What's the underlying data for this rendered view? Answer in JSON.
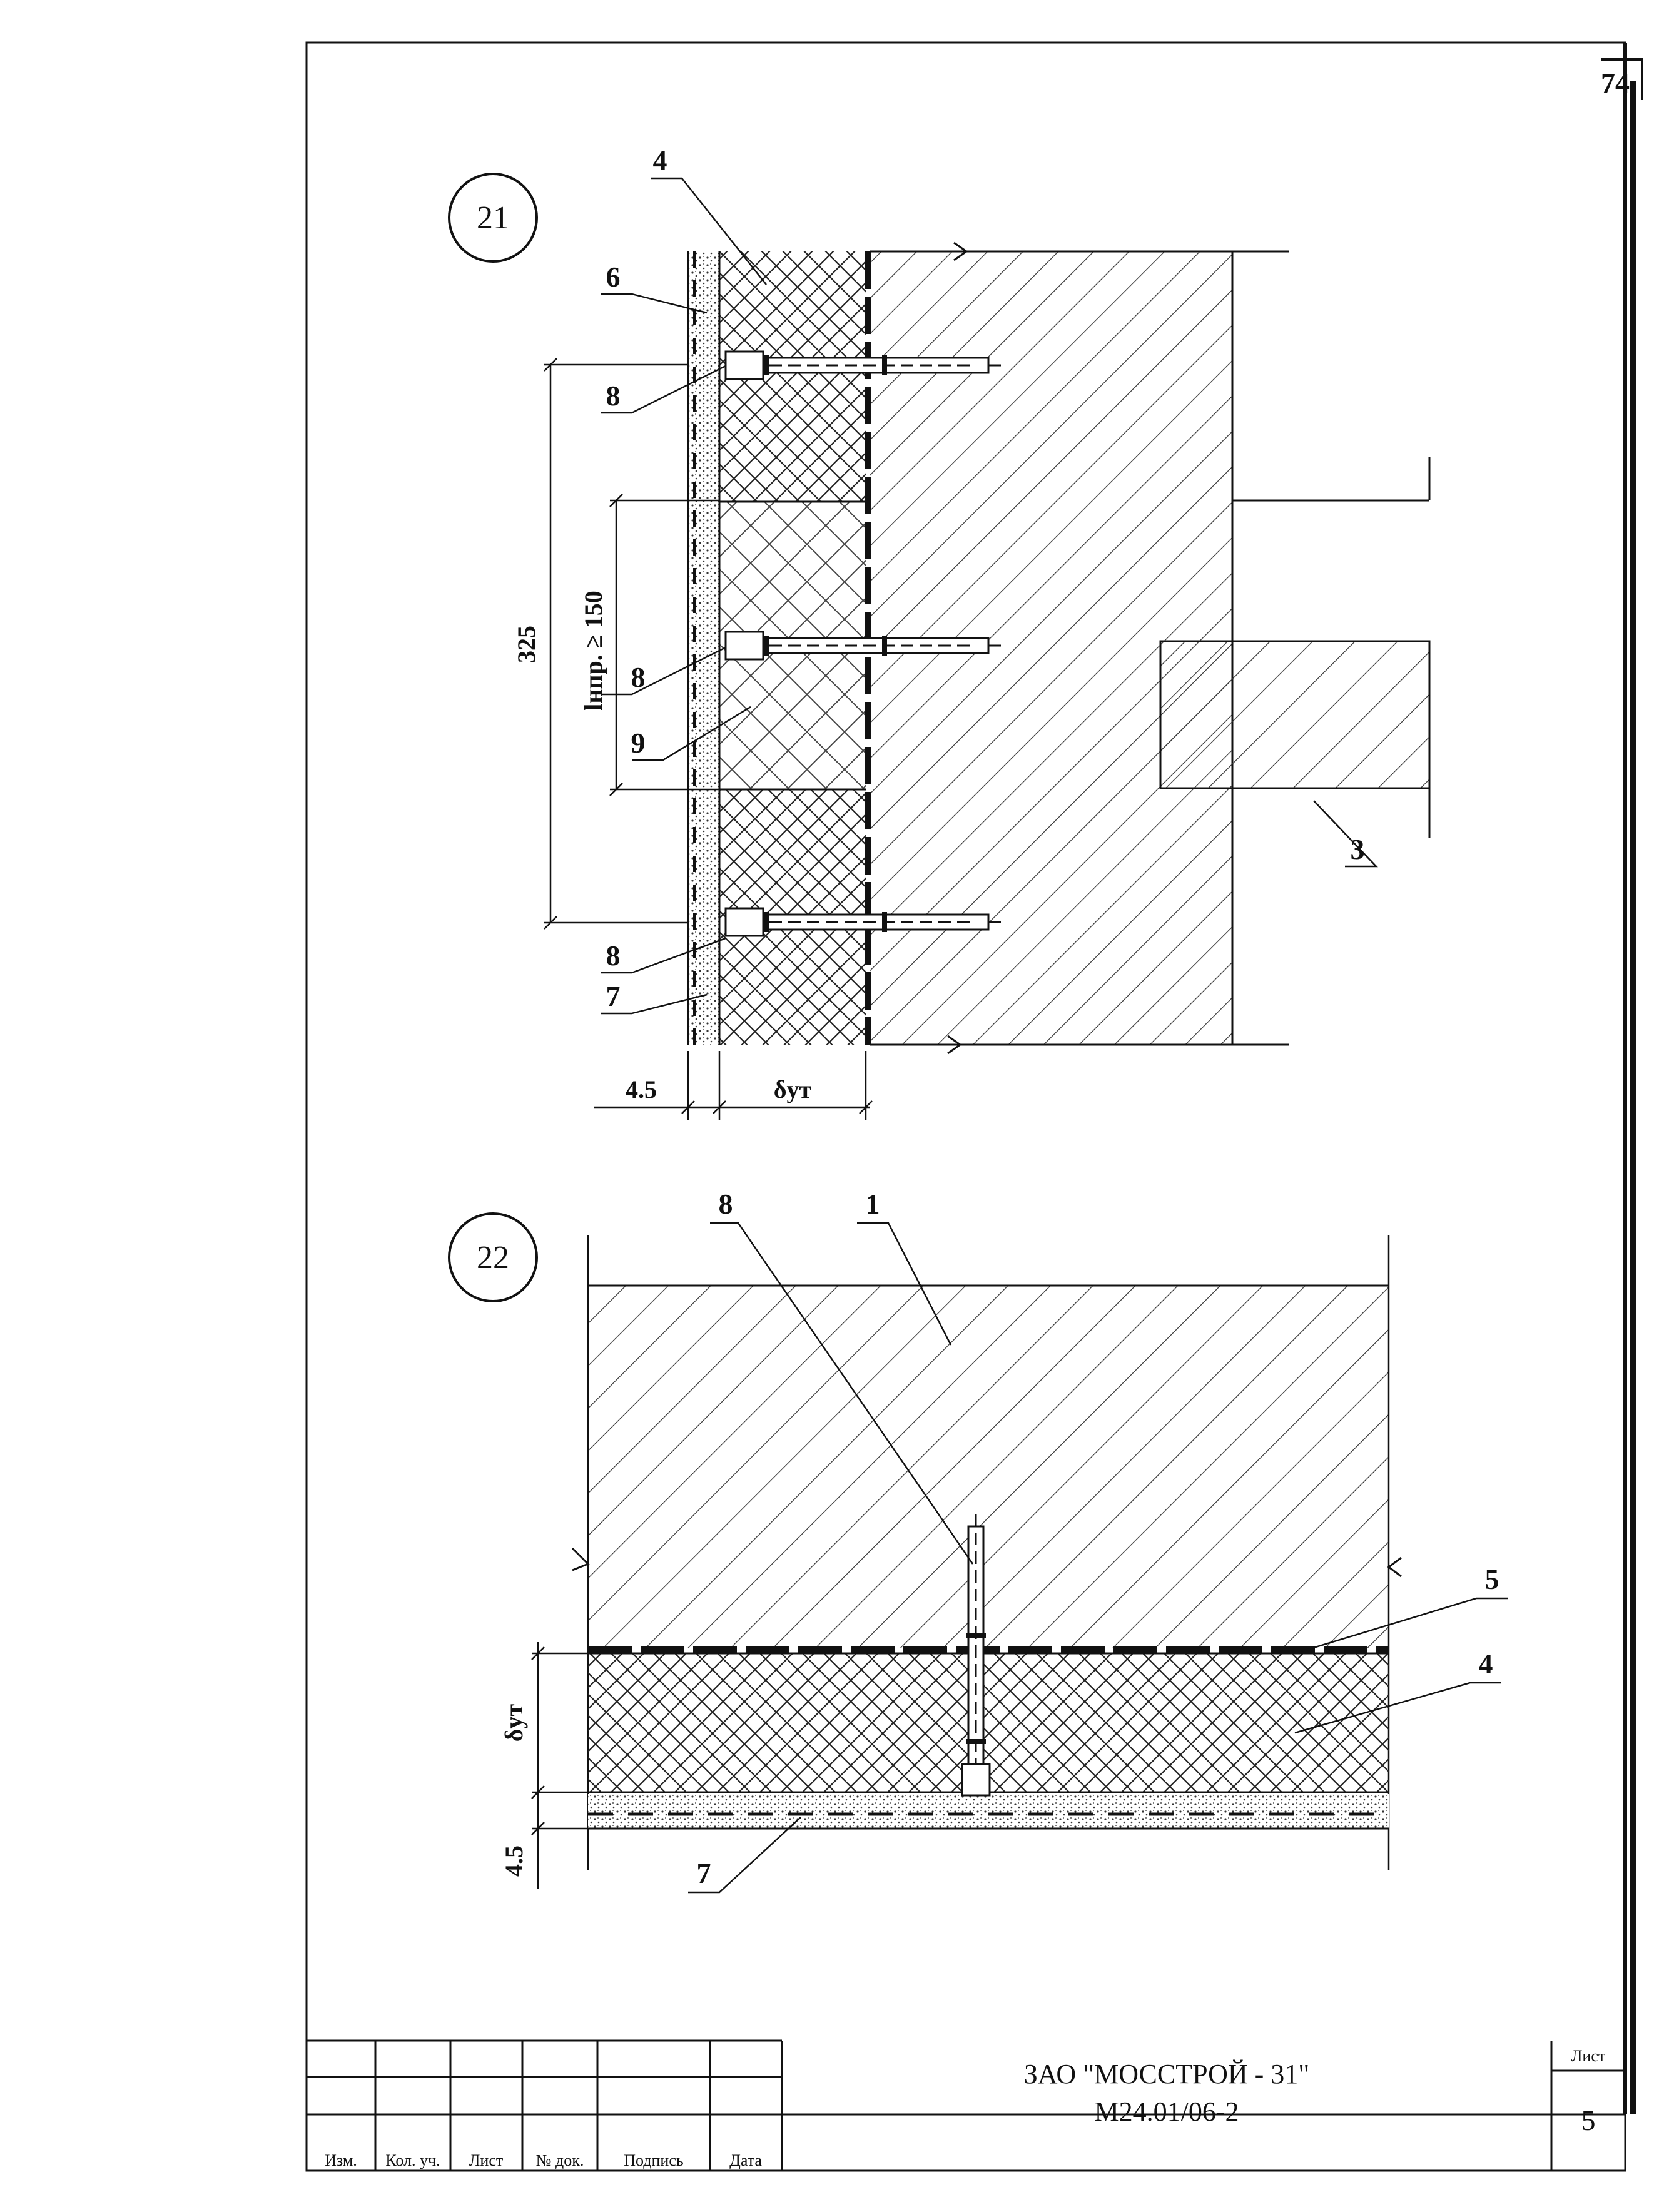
{
  "sheet": {
    "page_number": "74",
    "sheet_label": "Лист",
    "sheet_number": "5",
    "organization": "ЗАО \"МОССТРОЙ - 31\"",
    "document_code": "М24.01/06-2"
  },
  "title_block": {
    "columns": [
      "Изм.",
      "Кол. уч.",
      "Лист",
      "№ док.",
      "Подпись",
      "Дата"
    ]
  },
  "detail_21": {
    "number": "21",
    "labels": {
      "l4": "4",
      "l6": "6",
      "l8a": "8",
      "l8b": "8",
      "l9": "9",
      "l3": "3",
      "l8c": "8",
      "l7": "7"
    },
    "dimensions": {
      "spacing": "325",
      "overlap": "lнпр. ≥ 150",
      "plaster": "4.5",
      "insulation": "δут"
    }
  },
  "detail_22": {
    "number": "22",
    "labels": {
      "l8": "8",
      "l1": "1",
      "l5": "5",
      "l4": "4",
      "l7": "7"
    },
    "dimensions": {
      "insulation": "δут",
      "plaster": "4.5"
    }
  }
}
